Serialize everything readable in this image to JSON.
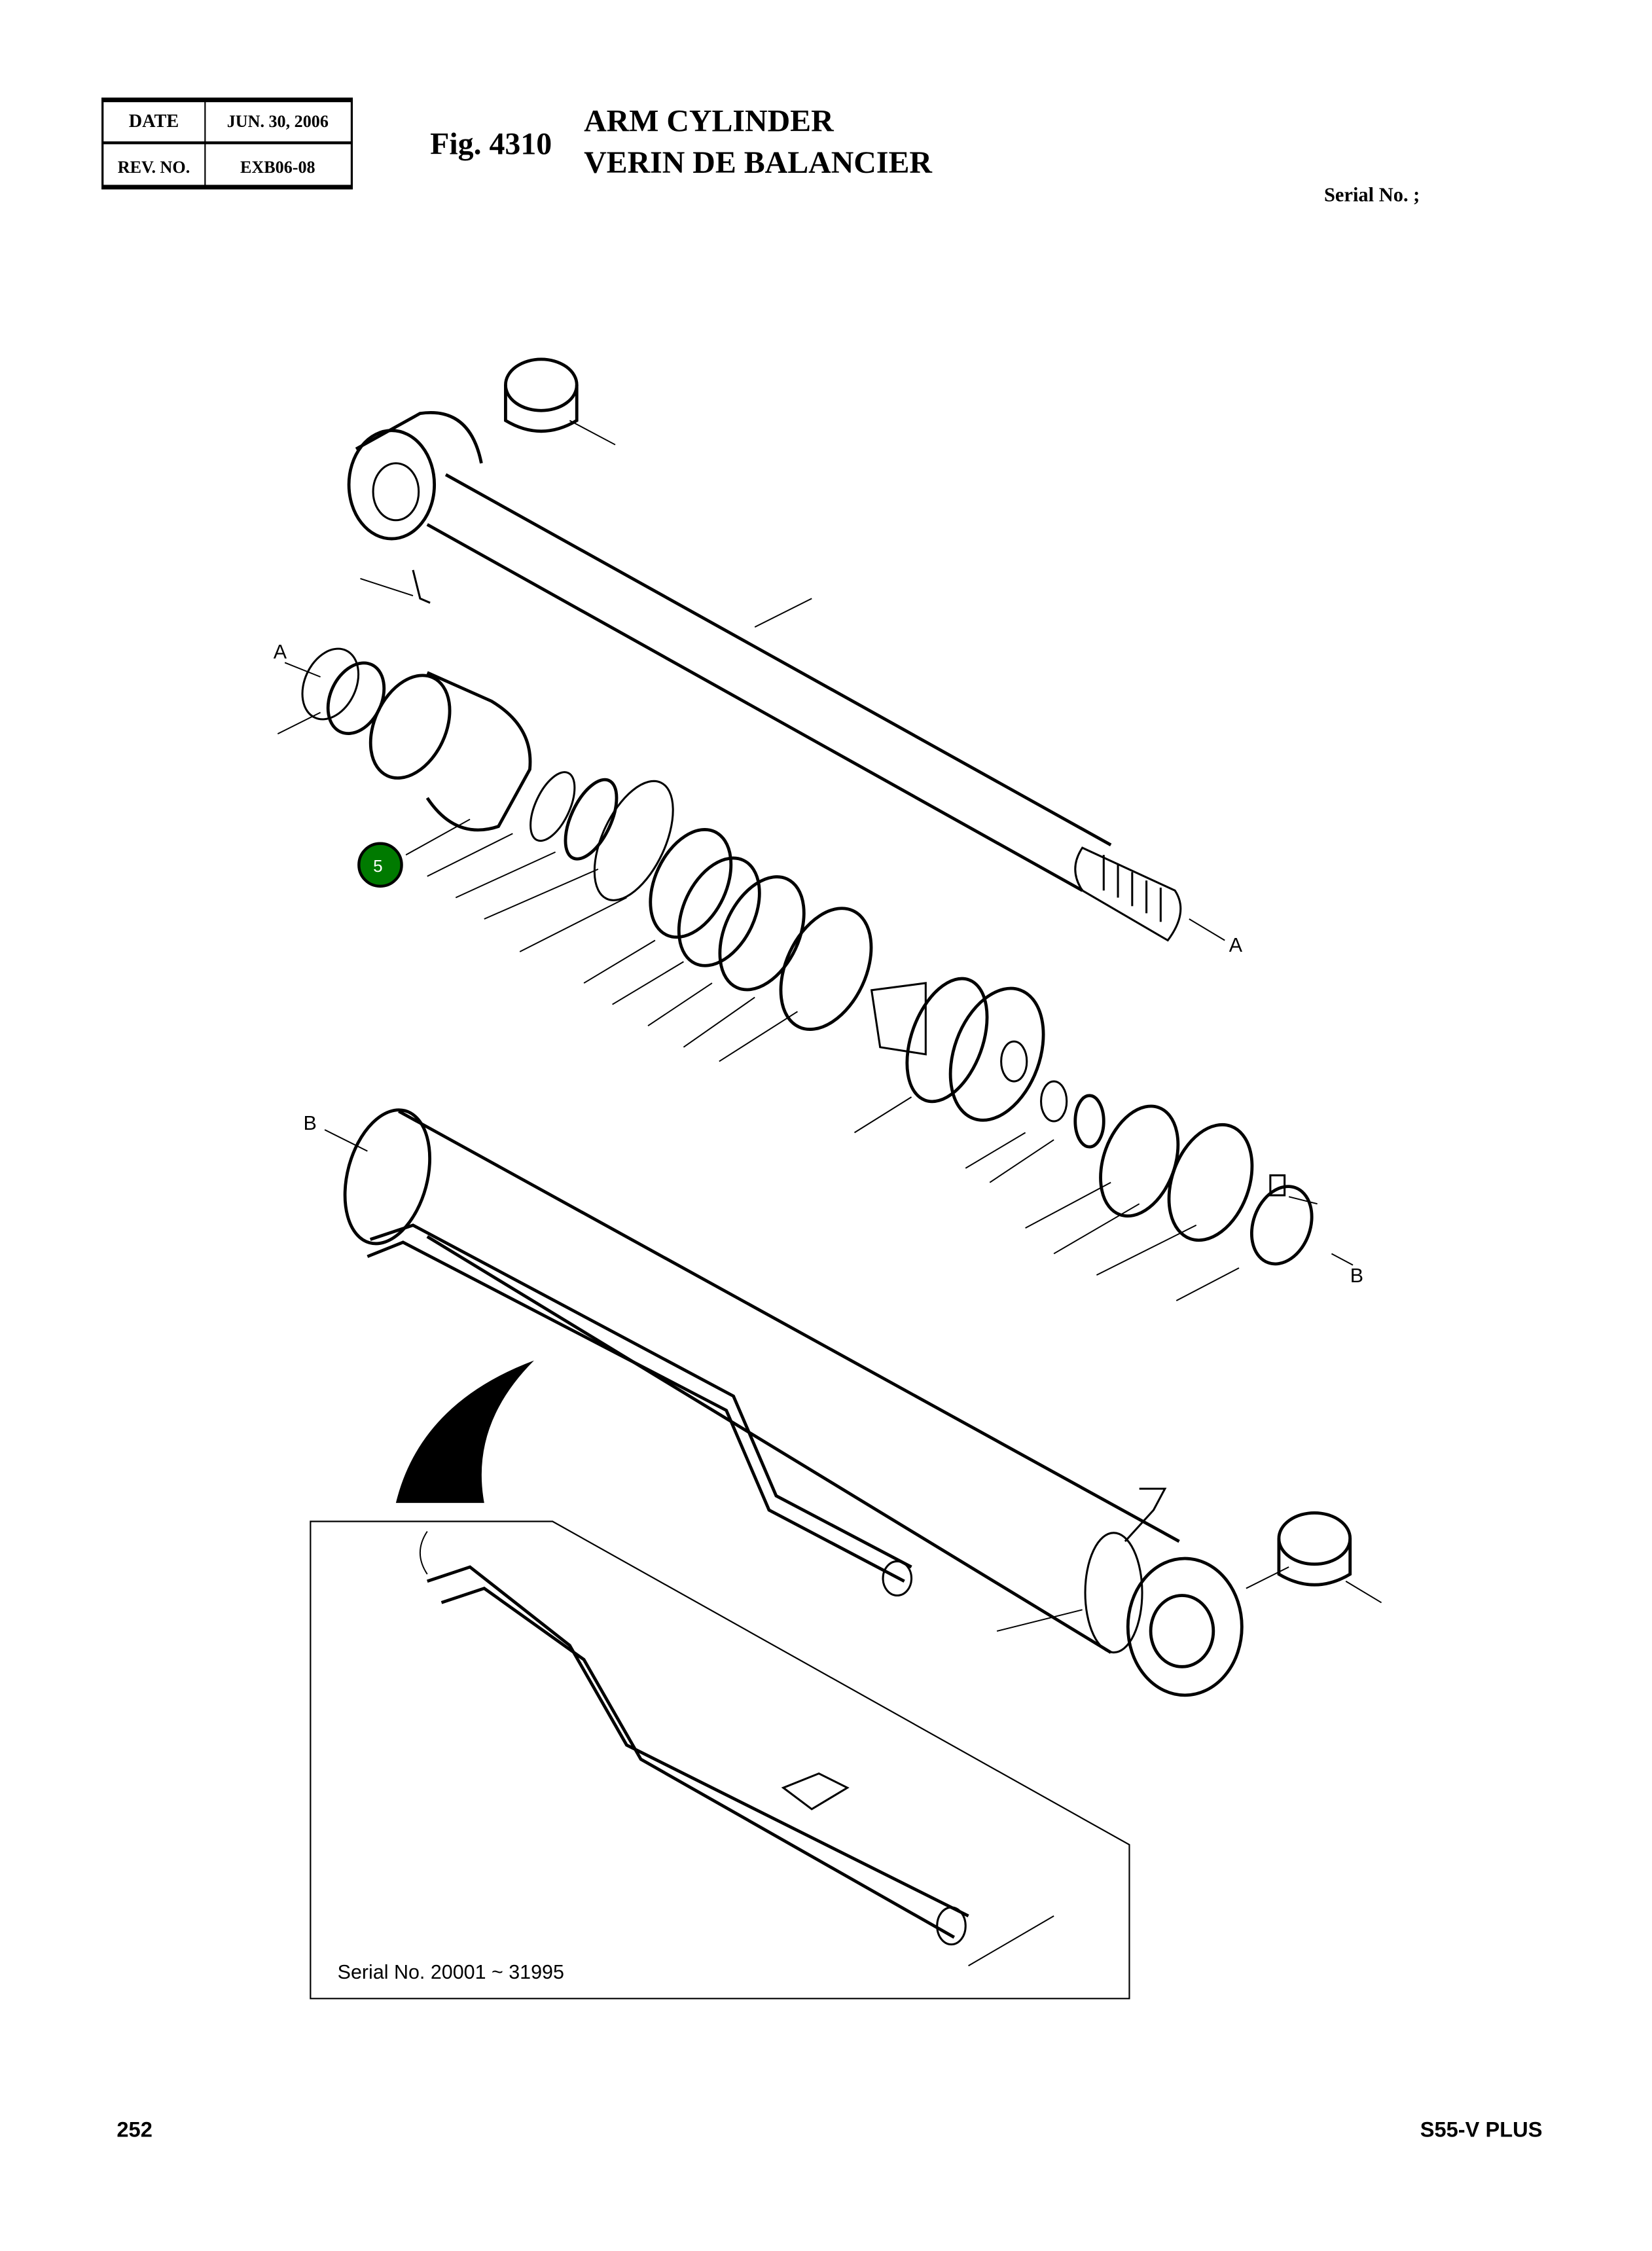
{
  "header": {
    "table": {
      "date_label": "DATE",
      "date_value": "JUN. 30, 2006",
      "rev_label": "REV. NO.",
      "rev_value": "EXB06-08"
    },
    "fig_number": "Fig. 4310",
    "title_en": "ARM CYLINDER",
    "title_fr": "VERIN DE BALANCIER",
    "serial": "Serial No. ;"
  },
  "diagram": {
    "labels": {
      "a1": "A",
      "a2": "A",
      "b1": "B",
      "b2": "B"
    },
    "callout": {
      "number": "5",
      "color": "#007a00"
    },
    "inset_serial": "Serial No. 20001 ~ 31995"
  },
  "footer": {
    "page_number": "252",
    "model": "S55-V PLUS"
  }
}
